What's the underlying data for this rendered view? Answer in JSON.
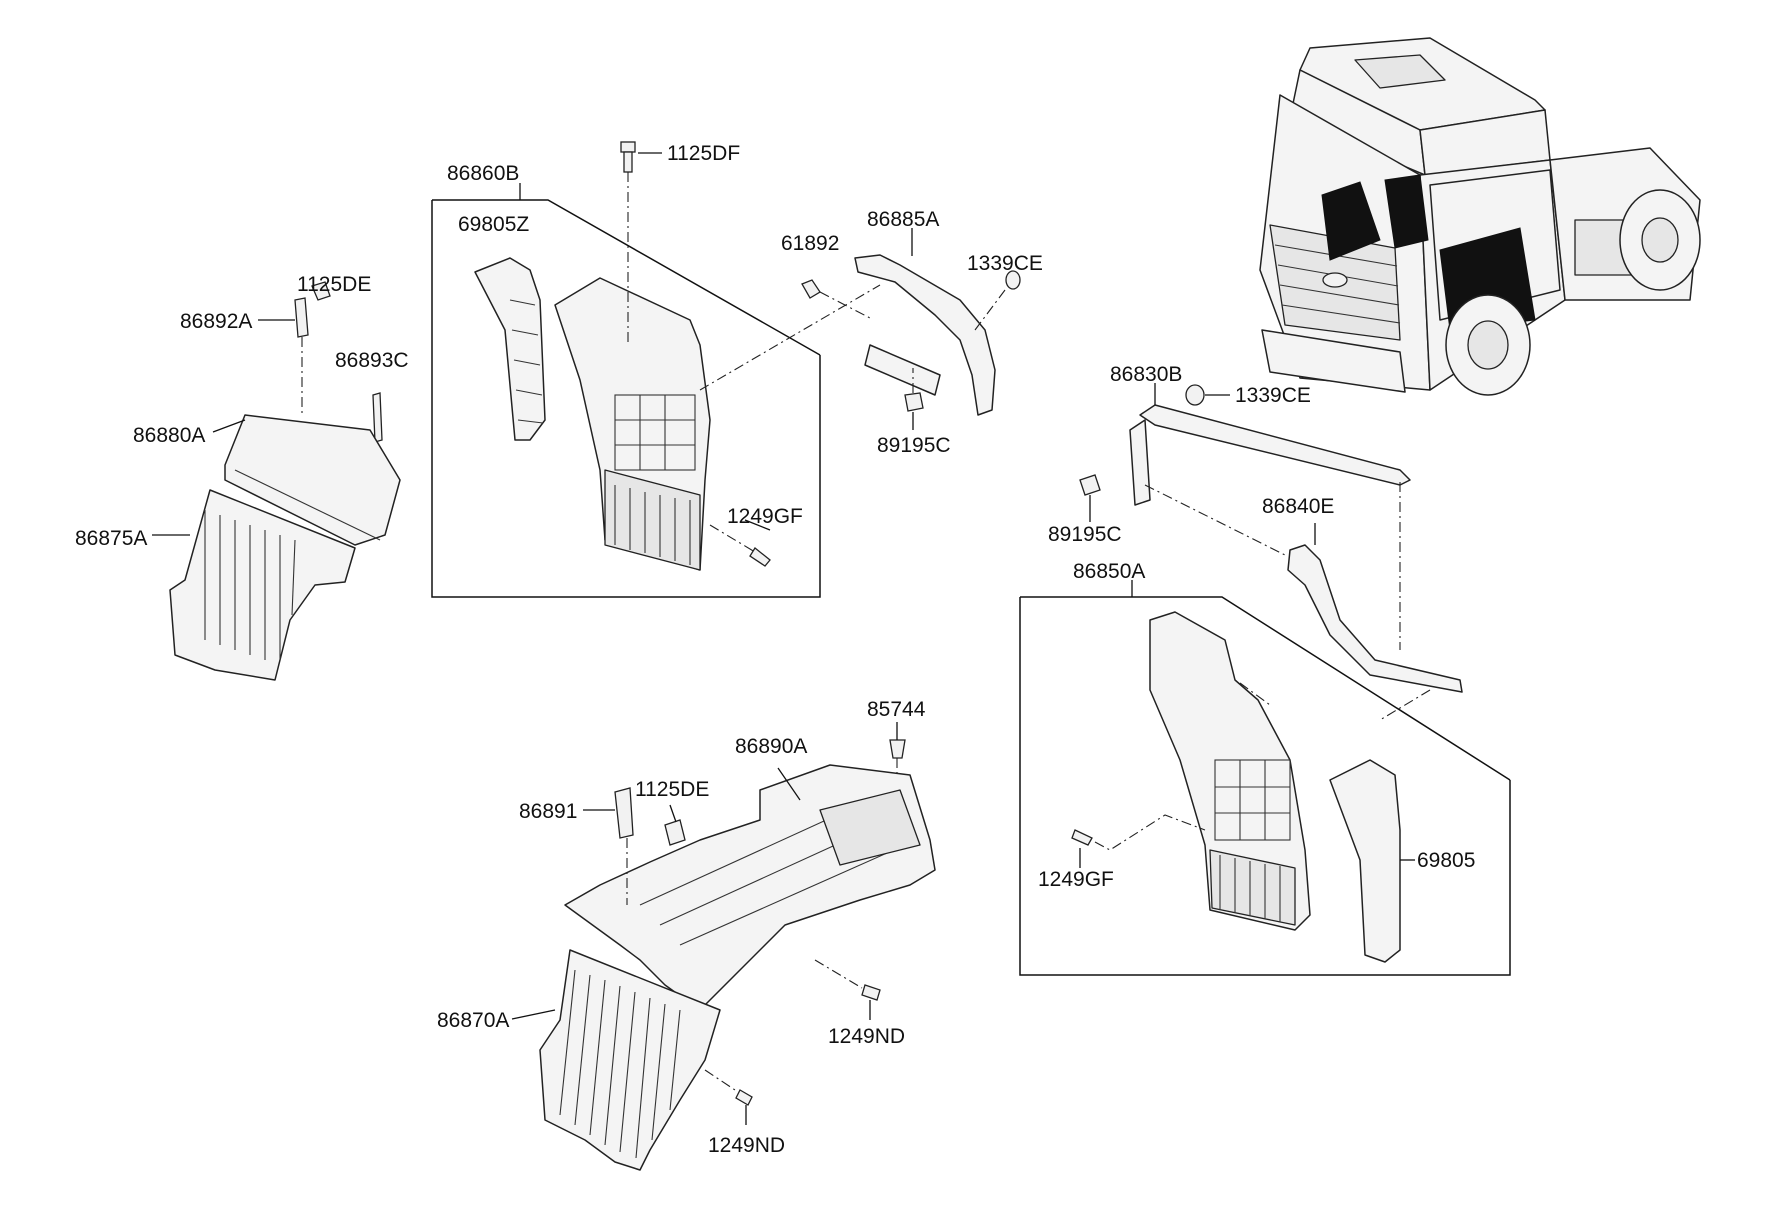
{
  "labels": {
    "p86860B": "86860B",
    "p1125DF": "1125DF",
    "p69805Z": "69805Z",
    "p86885A": "86885A",
    "p61892": "61892",
    "p1339CE_a": "1339CE",
    "p1125DE_a": "1125DE",
    "p86892A": "86892A",
    "p86893C": "86893C",
    "p86880A": "86880A",
    "p86875A": "86875A",
    "p89195C_a": "89195C",
    "p1249GF_a": "1249GF",
    "p86830B": "86830B",
    "p1339CE_b": "1339CE",
    "p89195C_b": "89195C",
    "p86840E": "86840E",
    "p86850A": "86850A",
    "p85744": "85744",
    "p86890A": "86890A",
    "p1125DE_b": "1125DE",
    "p86891": "86891",
    "p1249GF_b": "1249GF",
    "p69805": "69805",
    "p1249ND_a": "1249ND",
    "p86870A": "86870A",
    "p1249ND_b": "1249ND"
  }
}
